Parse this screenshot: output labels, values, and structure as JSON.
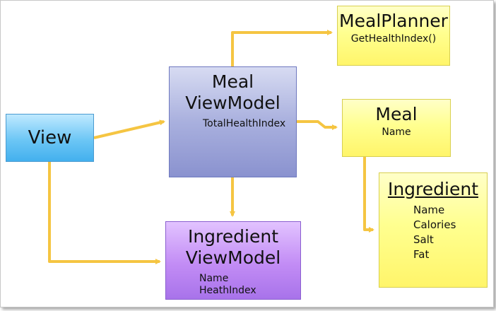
{
  "view": {
    "label": "View"
  },
  "meal_viewmodel": {
    "title_line1": "Meal",
    "title_line2": "ViewModel",
    "property": "TotalHealthIndex"
  },
  "ingredient_viewmodel": {
    "title_line1": "Ingredient",
    "title_line2": "ViewModel",
    "properties": [
      "Name",
      "HeathIndex"
    ]
  },
  "meal_planner": {
    "title": "MealPlanner",
    "method": "GetHealthIndex()"
  },
  "meal": {
    "title": "Meal",
    "property": "Name"
  },
  "ingredient": {
    "title": "Ingredient",
    "properties": [
      "Name",
      "Calories",
      "Salt",
      "Fat"
    ]
  },
  "colors": {
    "arrow": "#f5c542",
    "view_fill": "#5bbcf2",
    "viewmodel_fill": "#a9b0de",
    "ingredient_viewmodel_fill": "#c28cf5",
    "model_fill": "#ffff90"
  }
}
